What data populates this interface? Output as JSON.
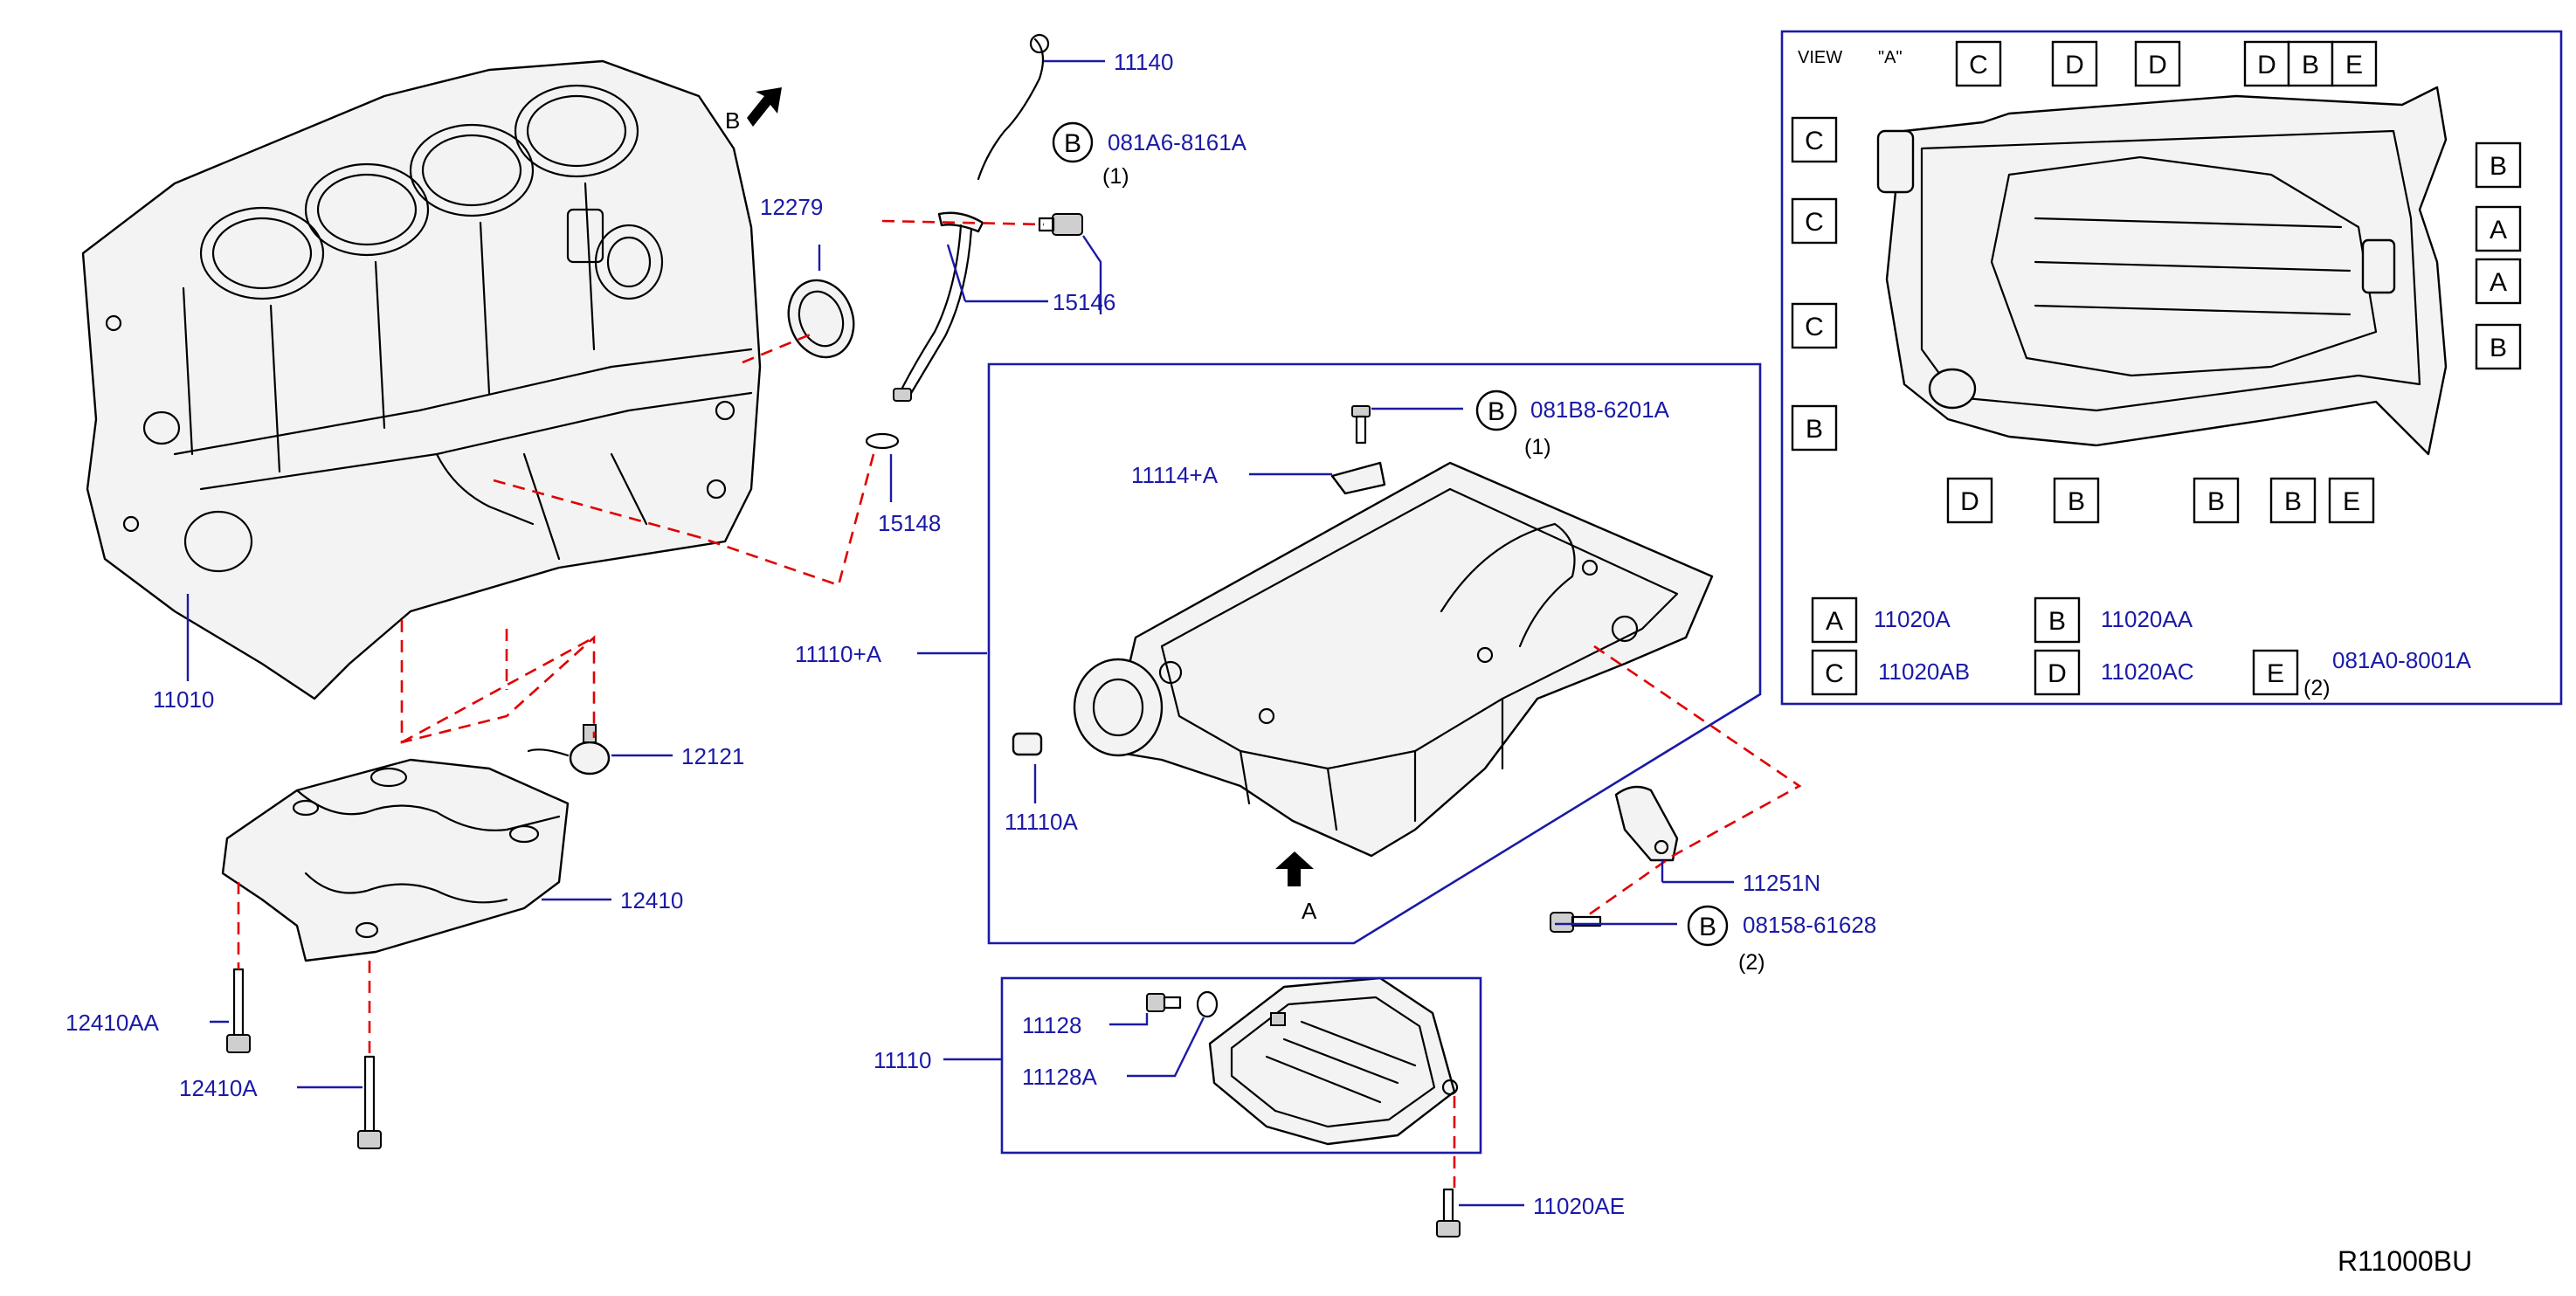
{
  "diagram_code": "R11000BU",
  "parts": {
    "p11010": "11010",
    "p11140": "11140",
    "p12279": "12279",
    "p15146": "15146",
    "p15148": "15148",
    "p12121": "12121",
    "p12410": "12410",
    "p12410AA": "12410AA",
    "p12410A": "12410A",
    "p11110plusA": "11110+A",
    "p11114plusA": "11114+A",
    "p11110A": "11110A",
    "p11251N": "11251N",
    "p11110": "11110",
    "p11128": "11128",
    "p11128A": "11128A",
    "p11020AE": "11020AE"
  },
  "bolts": [
    {
      "ref": "B",
      "number": "081A6-8161A",
      "qty": "(1)"
    },
    {
      "ref": "B",
      "number": "081B8-6201A",
      "qty": "(1)"
    },
    {
      "ref": "B",
      "number": "08158-61628",
      "qty": "(2)"
    }
  ],
  "view_markers": {
    "a": "A",
    "b": "B"
  },
  "view_panel": {
    "title": "VIEW",
    "view_name": "\"A\"",
    "top_row": [
      "C",
      "D",
      "D",
      "D",
      "B",
      "E"
    ],
    "left_col": [
      "C",
      "C",
      "C",
      "B"
    ],
    "right_col": [
      "B",
      "A",
      "A",
      "B"
    ],
    "bottom_row": [
      "D",
      "B",
      "B",
      "B",
      "E"
    ],
    "legend": [
      {
        "key": "A",
        "part": "11020A"
      },
      {
        "key": "B",
        "part": "11020AA"
      },
      {
        "key": "C",
        "part": "11020AB"
      },
      {
        "key": "D",
        "part": "11020AC"
      },
      {
        "key": "E",
        "part": "081A0-8001A",
        "qty": "(2)"
      }
    ]
  },
  "colors": {
    "label_blue": "#1a1aa6",
    "dash_red": "#e00000",
    "frame_blue": "#1a1aa6"
  }
}
